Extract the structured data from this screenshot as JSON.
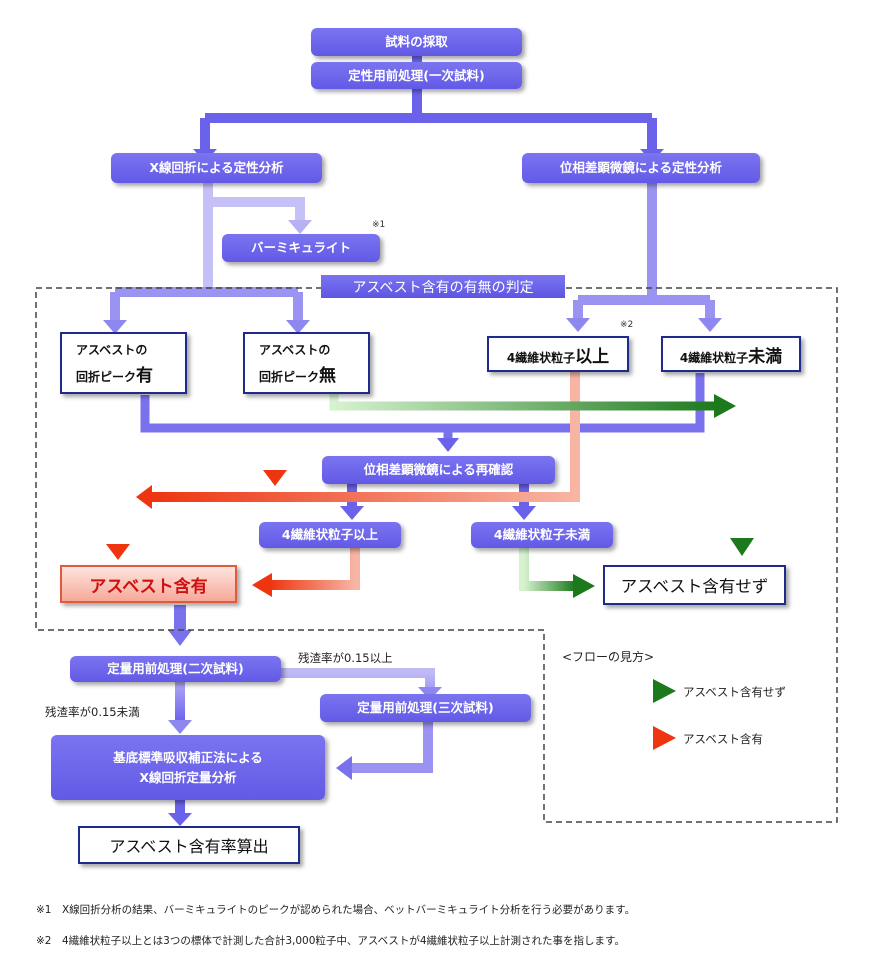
{
  "boxes": {
    "sampling": "試料の採取",
    "pretreatment1": "定性用前処理(一次試料)",
    "xrd_qual": "X線回折による定性分析",
    "pcm_qual": "位相差顕微鏡による定性分析",
    "vermiculite": "バーミキュライト",
    "judgement_title": "アスベスト含有の有無の判定",
    "xrd_peak_yes": {
      "line1": "アスベストの",
      "line2": "回折ピーク",
      "emph": "有"
    },
    "xrd_peak_no": {
      "line1": "アスベストの",
      "line2": "回折ピーク",
      "emph": "無"
    },
    "fiber_over": {
      "pre": "4繊維状粒子",
      "emph": "以上"
    },
    "fiber_under": {
      "pre": "4繊維状粒子",
      "emph": "未満"
    },
    "pcm_reconfirm": "位相差顕微鏡による再確認",
    "fiber_over2": "4繊維状粒子以上",
    "fiber_under2": "4繊維状粒子未満",
    "asbestos_yes": "アスベスト含有",
    "asbestos_no": "アスベスト含有せず",
    "pretreatment2": "定量用前処理(二次試料)",
    "pretreatment3": "定量用前処理(三次試料)",
    "quant_line1": "基底標準吸収補正法による",
    "quant_line2": "X線回折定量分析",
    "asbestos_rate": "アスベスト含有率算出"
  },
  "labels": {
    "residue_over": "残渣率が0.15以上",
    "residue_under": "残渣率が0.15未満",
    "mark1": "※1",
    "mark2": "※2"
  },
  "legend": {
    "title": "<フローの見方>",
    "green": "アスベスト含有せず",
    "red": "アスベスト含有"
  },
  "footnotes": [
    "※1　X線回折分析の結果、バーミキュライトのピークが認められた場合、ベットバーミキュライト分析を行う必要があります。",
    "※2　4繊維状粒子以上とは3つの標体で計測した合計3,000粒子中、アスベストが4繊維状粒子以上計測された事を指します。"
  ],
  "colors": {
    "purple": "#6a62ea",
    "red": "#ef3a16",
    "green": "#1f7a1f",
    "box_border": "#1e2b8c"
  }
}
